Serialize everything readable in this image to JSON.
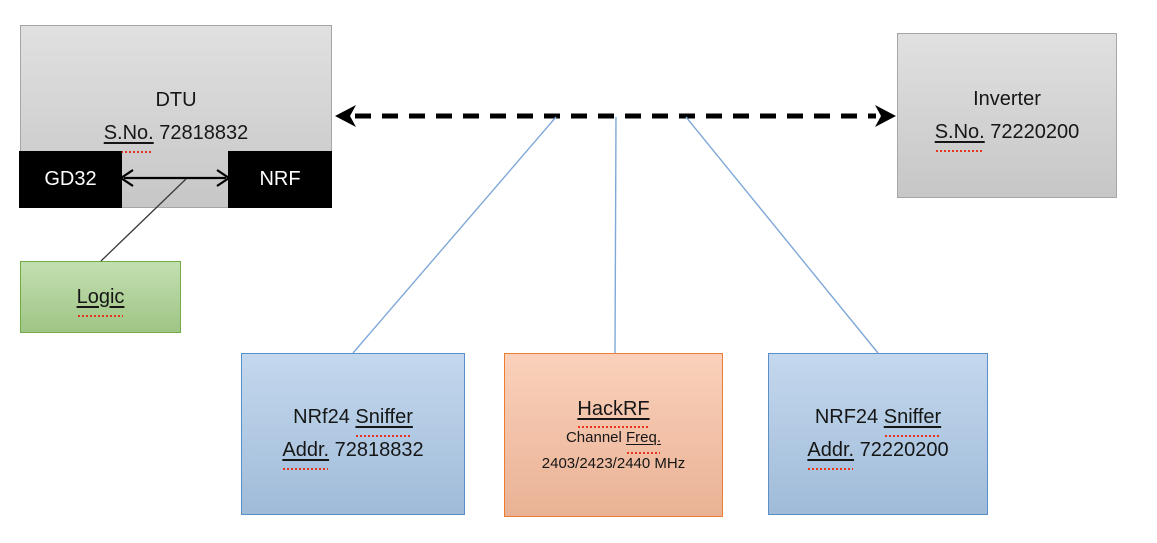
{
  "diagram": {
    "dtu": {
      "title": "DTU",
      "serial_label": "S.No.",
      "serial_value": "72818832"
    },
    "gd32_chip": {
      "label": "GD32"
    },
    "nrf_chip": {
      "label": "NRF"
    },
    "logic_analyzer": {
      "label": "Logic"
    },
    "inverter": {
      "title": "Inverter",
      "serial_label": "S.No.",
      "serial_value": "72220200"
    },
    "sniffer_dtu": {
      "name_prefix": "NRf24",
      "name_word": "Sniffer",
      "addr_label": "Addr.",
      "addr_value": "72818832"
    },
    "hackrf": {
      "title": "HackRF",
      "freq_prefix": "Channel",
      "freq_word": "Freq.",
      "channels": "2403/2423/2440 MHz"
    },
    "sniffer_inverter": {
      "name_prefix": "NRF24",
      "name_word": "Sniffer",
      "addr_label": "Addr.",
      "addr_value": "72220200"
    },
    "colors": {
      "gray_fill": "#d3d3d3",
      "gray_border": "#a6a6a6",
      "black_fill": "#000000",
      "green_fill": "#a9d18e",
      "green_border": "#70ad47",
      "blue_fill": "#aac7e6",
      "blue_border": "#5b8fc9",
      "orange_fill": "#f8bd9e",
      "orange_border": "#ed7d31",
      "connector_blue": "#7fa8d9",
      "arrow_black": "#000000",
      "squiggle_red": "#e8341c"
    }
  }
}
